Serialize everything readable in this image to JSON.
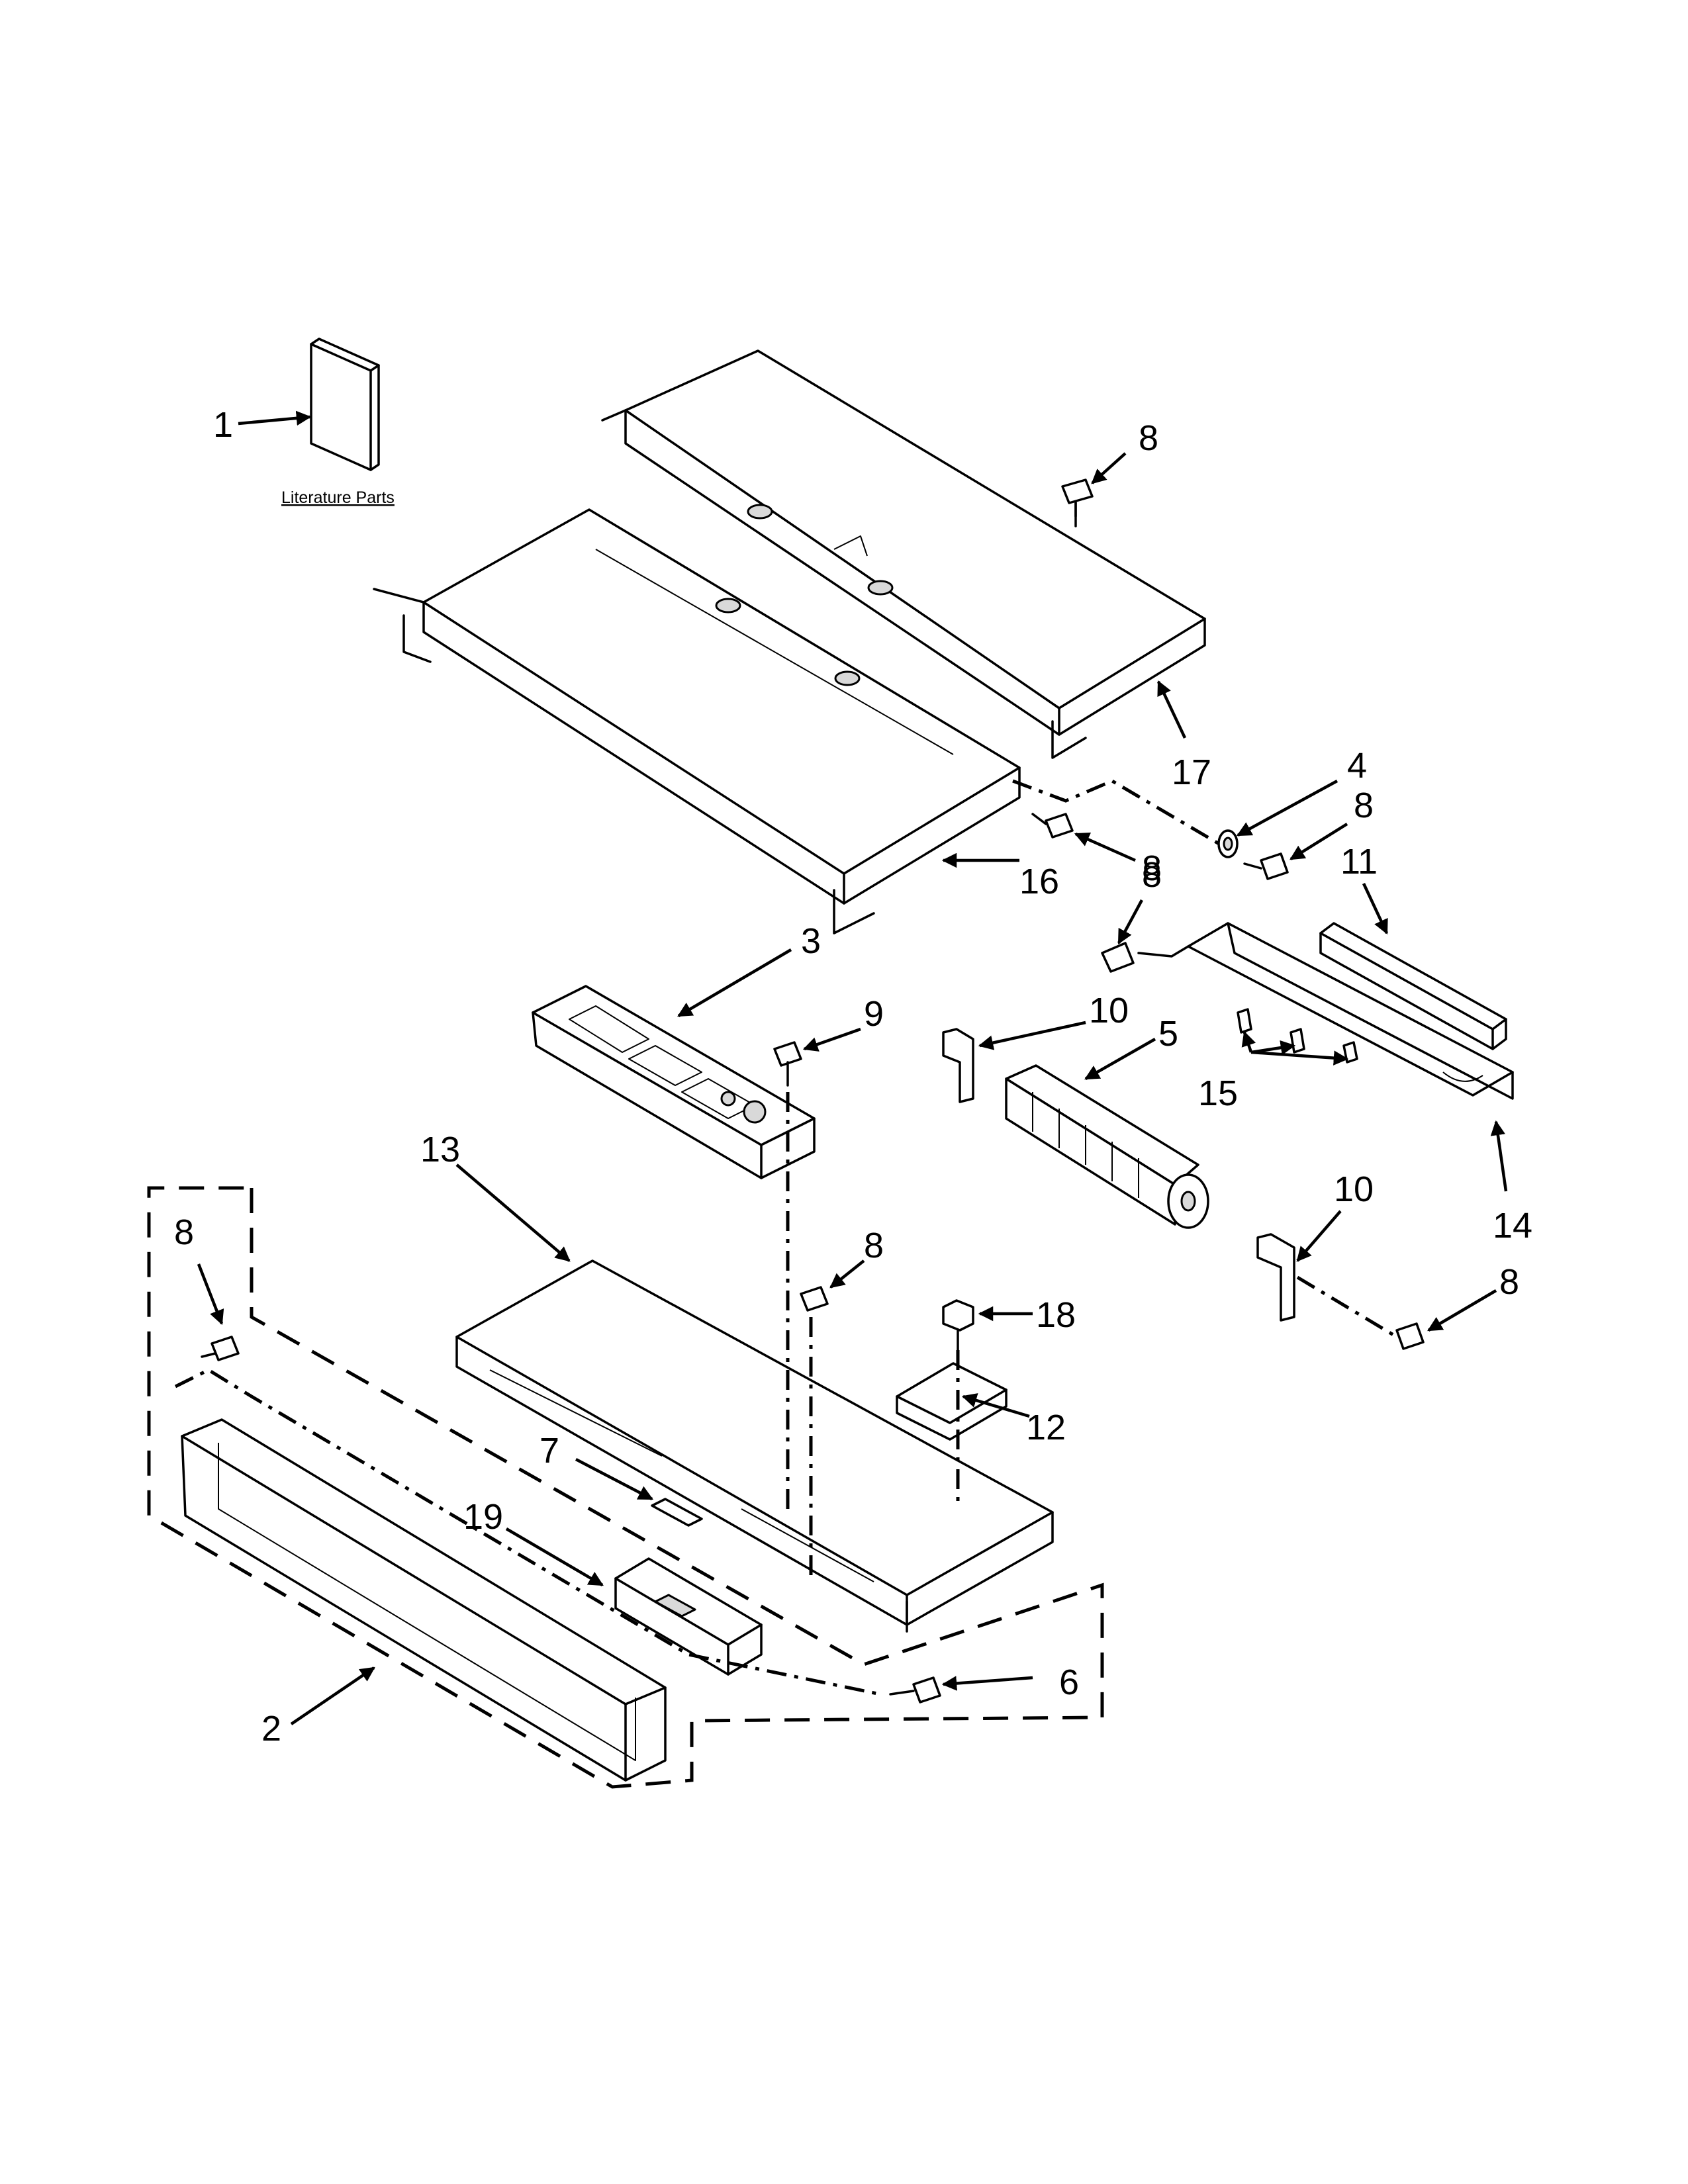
{
  "literature_label": "Literature Parts",
  "callouts": {
    "c1": "1",
    "c2": "2",
    "c3": "3",
    "c4": "4",
    "c5": "5",
    "c6": "6",
    "c7": "7",
    "c8": "8",
    "c9": "9",
    "c10": "10",
    "c11": "11",
    "c12": "12",
    "c13": "13",
    "c14": "14",
    "c15": "15",
    "c16": "16",
    "c17": "17",
    "c18": "18",
    "c19": "19"
  }
}
